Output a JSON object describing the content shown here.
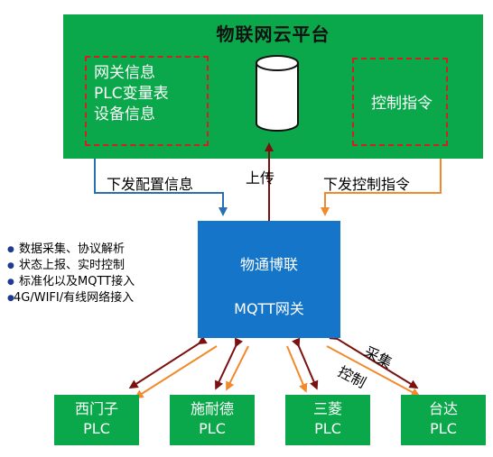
{
  "cloud_platform": {
    "title": "物联网云平台",
    "info_items": [
      "网关信息",
      "PLC变量表",
      "设备信息"
    ],
    "control_label": "控制指令",
    "database_icon": "cylinder-database-icon"
  },
  "flows": {
    "config_down": "下发配置信息",
    "upload": "上传",
    "control_down": "下发控制指令",
    "collect": "采集",
    "control": "控制"
  },
  "gateway": {
    "line1": "物通博联",
    "line2": "MQTT网关"
  },
  "features": [
    "数据采集、协议解析",
    "状态上报、实时控制",
    "标准化以及MQTT接入",
    "4G/WIFI/有线网络接入"
  ],
  "plcs": [
    {
      "brand": "西门子",
      "type": "PLC"
    },
    {
      "brand": "施耐德",
      "type": "PLC"
    },
    {
      "brand": "三菱",
      "type": "PLC"
    },
    {
      "brand": "台达",
      "type": "PLC"
    }
  ],
  "colors": {
    "green": "#0aa84a",
    "blue": "#1575c8",
    "dark_red": "#7a1010",
    "orange": "#f08a2c",
    "dash_red": "#d12020",
    "steel_blue": "#2a6fb0"
  }
}
